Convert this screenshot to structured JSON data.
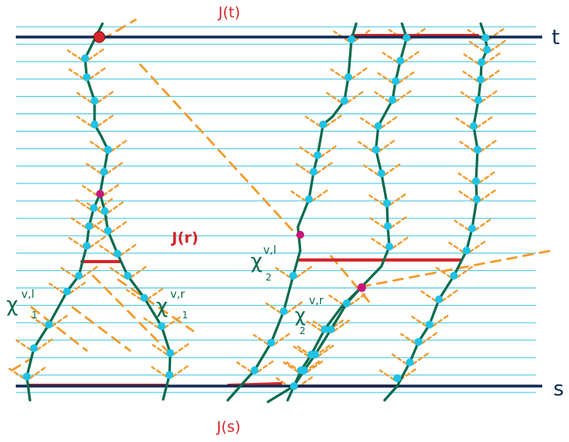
{
  "labels": {
    "top_interval": "J(t)",
    "middle_interval": "J(r)",
    "bottom_interval": "J(s)",
    "time_t": "t",
    "time_s": "s",
    "chi_1_left": "χ",
    "chi_1_left_sup": "v,l",
    "chi_1_left_sub": "1",
    "chi_1_right": "χ",
    "chi_1_right_sup": "v,r",
    "chi_1_right_sub": "1",
    "chi_2_left": "χ",
    "chi_2_left_sup": "v,l",
    "chi_2_left_sub": "2",
    "chi_2_right": "χ",
    "chi_2_right_sup": "v,r",
    "chi_2_right_sub": "2"
  },
  "colors": {
    "navy": "#0d2b55",
    "grid": "#35c3e6",
    "path": "#0b6b4d",
    "node": "#1fc3e6",
    "orange": "#f39a2b",
    "red": "#d7262a",
    "magenta": "#c8157a"
  }
}
